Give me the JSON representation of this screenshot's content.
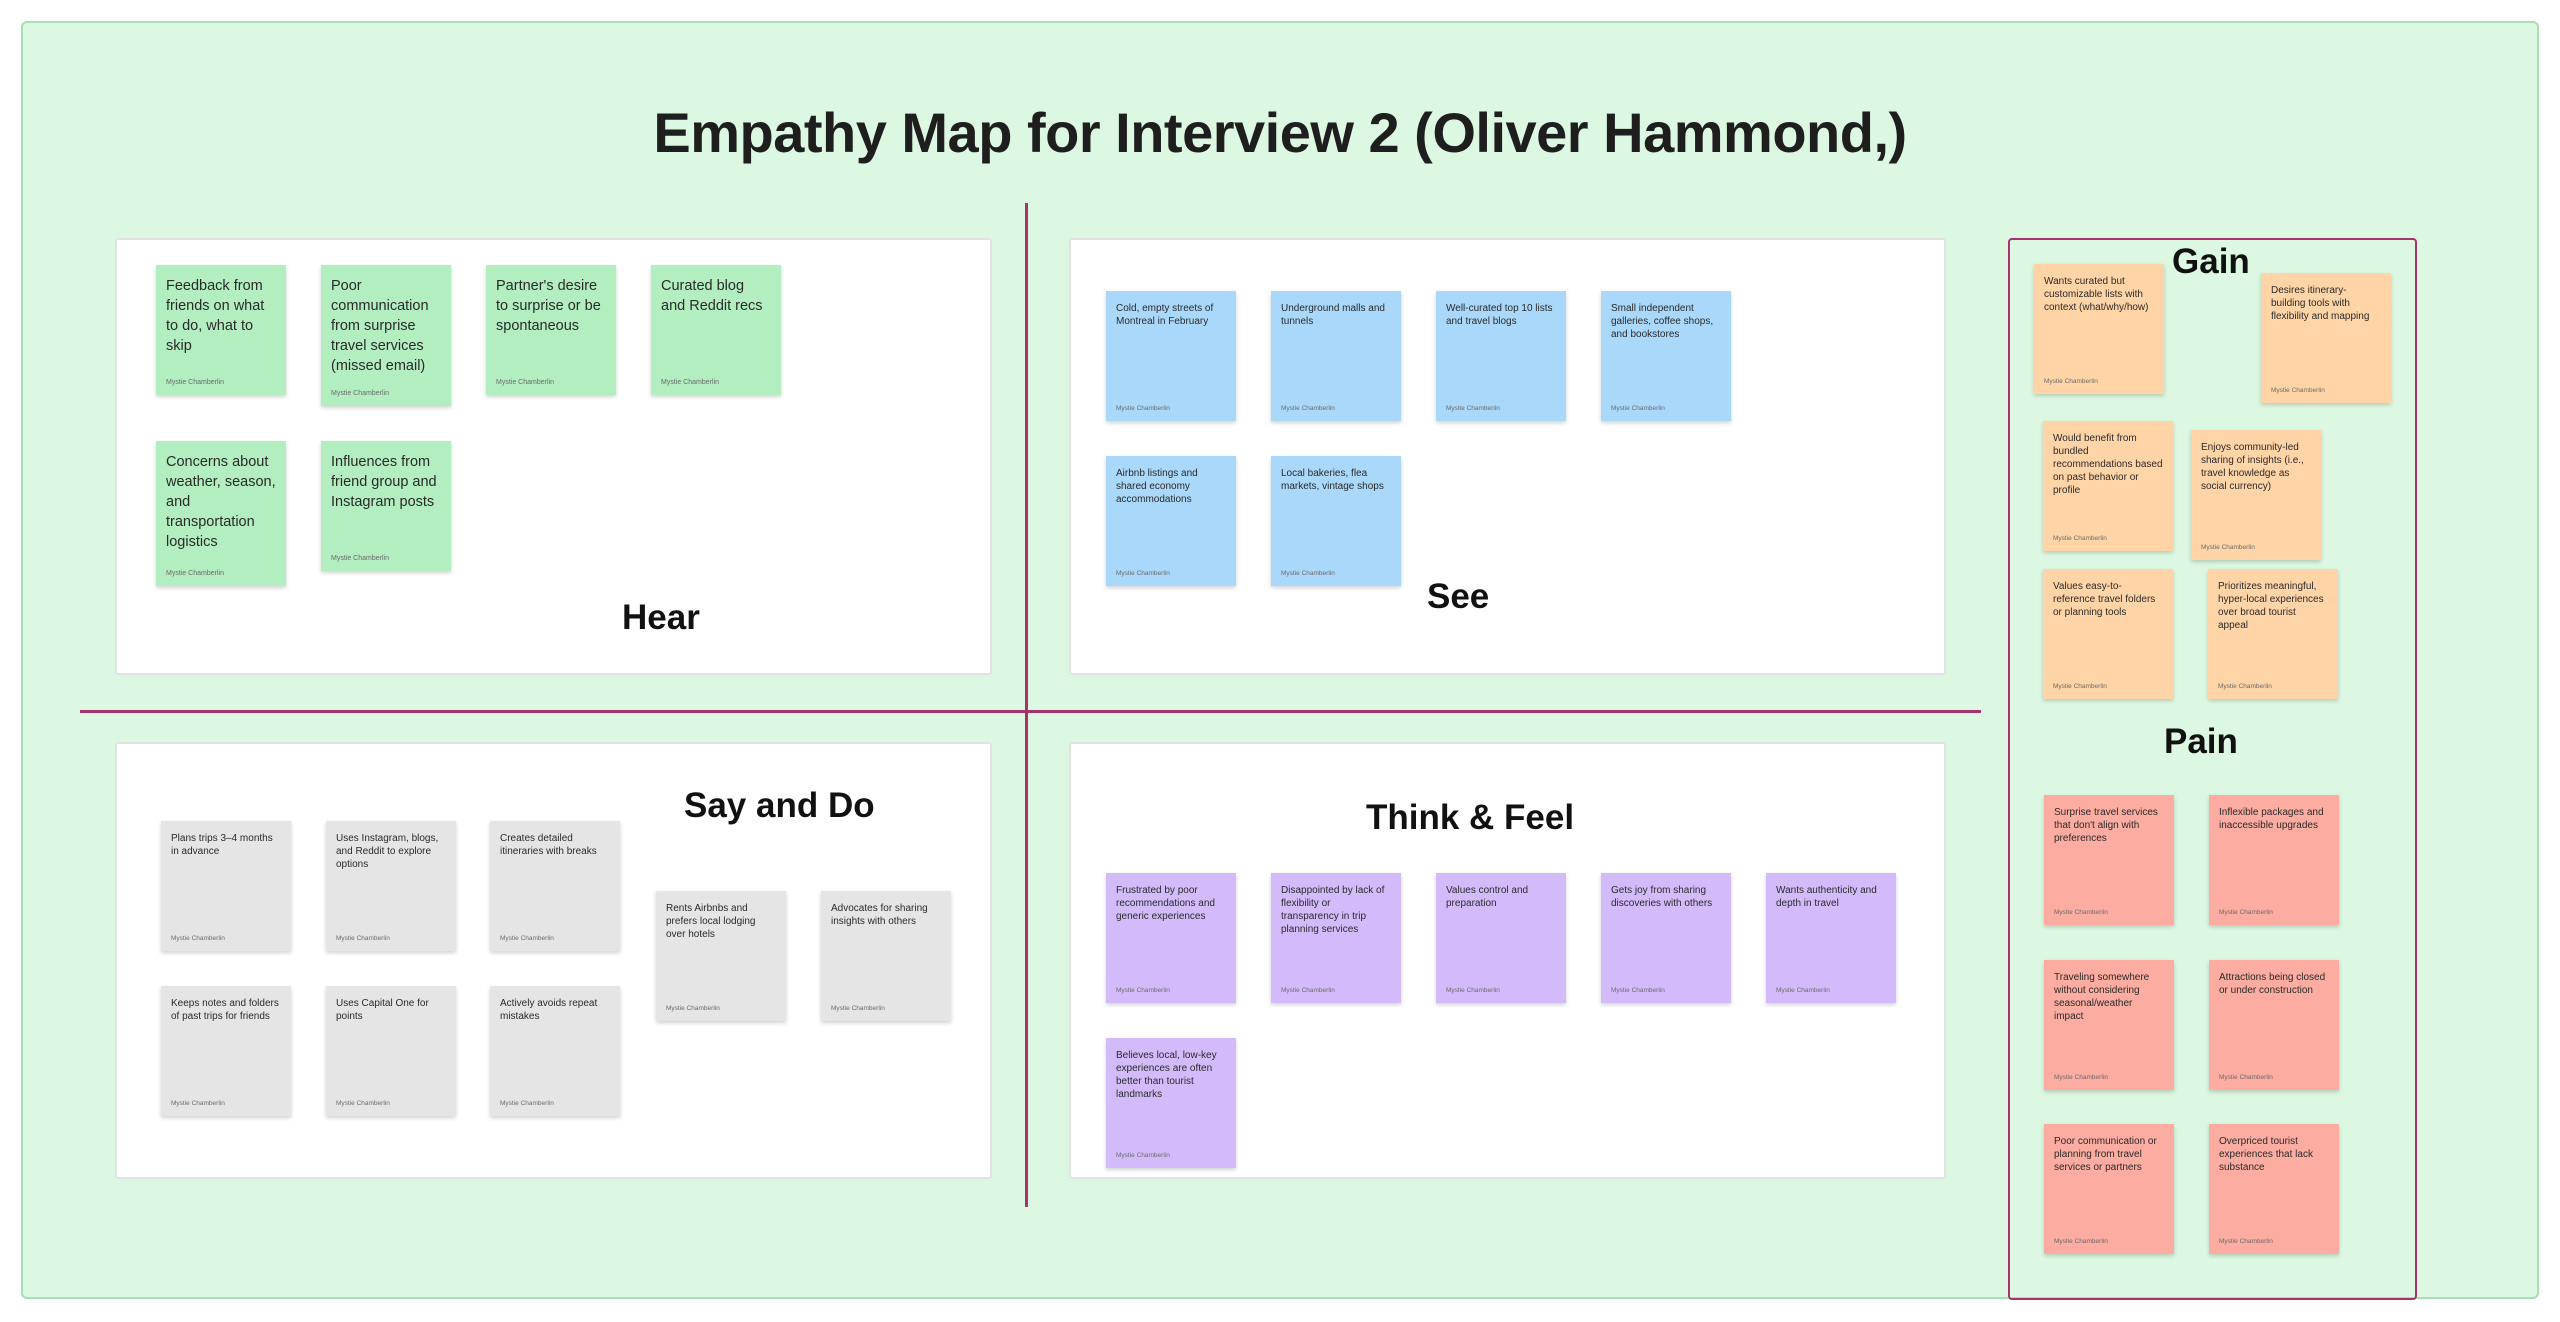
{
  "title": "Empathy Map for Interview 2 (Oliver Hammond,)",
  "author": "Mystie Chamberlin",
  "headings": {
    "hear": "Hear",
    "see": "See",
    "say_do": "Say and Do",
    "think_feel": "Think & Feel",
    "gain": "Gain",
    "pain": "Pain"
  },
  "hear": [
    "Feedback from friends on what to do, what to skip",
    "Poor communication from surprise travel services (missed email)",
    "Partner's desire to surprise or be spontaneous",
    "Curated blog and Reddit recs",
    "Concerns about weather, season, and transportation logistics",
    "Influences from friend group and Instagram posts"
  ],
  "see": [
    "Cold, empty streets of Montreal in February",
    "Underground malls and tunnels",
    "Well-curated top 10 lists and travel blogs",
    "Small independent galleries, coffee shops, and bookstores",
    "Airbnb listings and shared economy accommodations",
    "Local bakeries, flea markets, vintage shops"
  ],
  "say_do": [
    "Plans trips 3–4 months in advance",
    "Uses Instagram, blogs, and Reddit to explore options",
    "Creates detailed itineraries with breaks",
    "Rents Airbnbs and prefers local lodging over hotels",
    "Advocates for sharing insights with others",
    "Keeps notes and folders of past trips for friends",
    "Uses Capital One for points",
    "Actively avoids repeat mistakes"
  ],
  "think_feel": [
    "Frustrated by poor recommendations and generic experiences",
    "Disappointed by lack of flexibility or transparency in trip planning services",
    "Values control and preparation",
    "Gets joy from sharing discoveries with others",
    "Wants authenticity and depth in travel",
    "Believes local, low-key experiences are often better than tourist landmarks"
  ],
  "gain": [
    "Wants curated but customizable lists with context (what/why/how)",
    "Desires itinerary-building tools with flexibility and mapping",
    "Would benefit from bundled recommendations based on past behavior or profile",
    "Enjoys community-led sharing of insights (i.e., travel knowledge as social currency)",
    "Values easy-to-reference travel folders or planning tools",
    "Prioritizes meaningful, hyper-local experiences over broad tourist appeal"
  ],
  "pain": [
    "Surprise travel services that don't align with preferences",
    "Inflexible packages and inaccessible upgrades",
    "Traveling somewhere without considering seasonal/weather impact",
    "Attractions being closed or under construction",
    "Poor communication or planning from travel services or partners",
    "Overpriced tourist experiences that lack substance"
  ],
  "colors": {
    "board": "#dcf7e2",
    "divider": "#a7336d",
    "hear_note": "#b2eec0",
    "see_note": "#a9d8fb",
    "say_do_note": "#e5e5e5",
    "think_feel_note": "#d3bbfb",
    "gain_note": "#ffd4a6",
    "pain_note": "#fcaca0"
  }
}
